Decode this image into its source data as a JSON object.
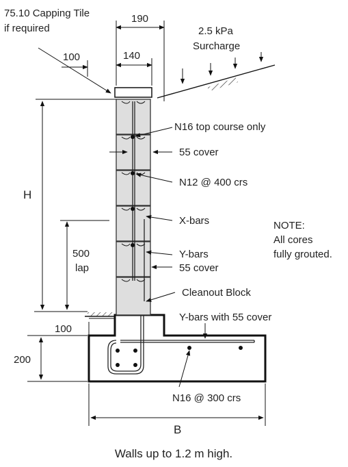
{
  "labels": {
    "capping_tile": "75.10 Capping Tile",
    "if_required": "if required",
    "dim_190": "190",
    "dim_140": "140",
    "dim_100_top": "100",
    "surcharge_value": "2.5 kPa",
    "surcharge_word": "Surcharge",
    "n16_top": "N16 top course only",
    "cover_55_a": "55 cover",
    "n12": "N12 @ 400 crs",
    "h": "H",
    "x_bars": "X-bars",
    "note_title": "NOTE:",
    "note_line1": "All cores",
    "note_line2": "fully grouted.",
    "lap_value": "500",
    "lap_word": "lap",
    "y_bars": "Y-bars",
    "cover_55_b": "55 cover",
    "cleanout": "Cleanout Block",
    "dim_100_bottom": "100",
    "y_bars_cover": "Y-bars with 55 cover",
    "dim_200": "200",
    "n16_300": "N16 @ 300 crs",
    "b": "B"
  },
  "caption": "Walls up to 1.2 m high."
}
